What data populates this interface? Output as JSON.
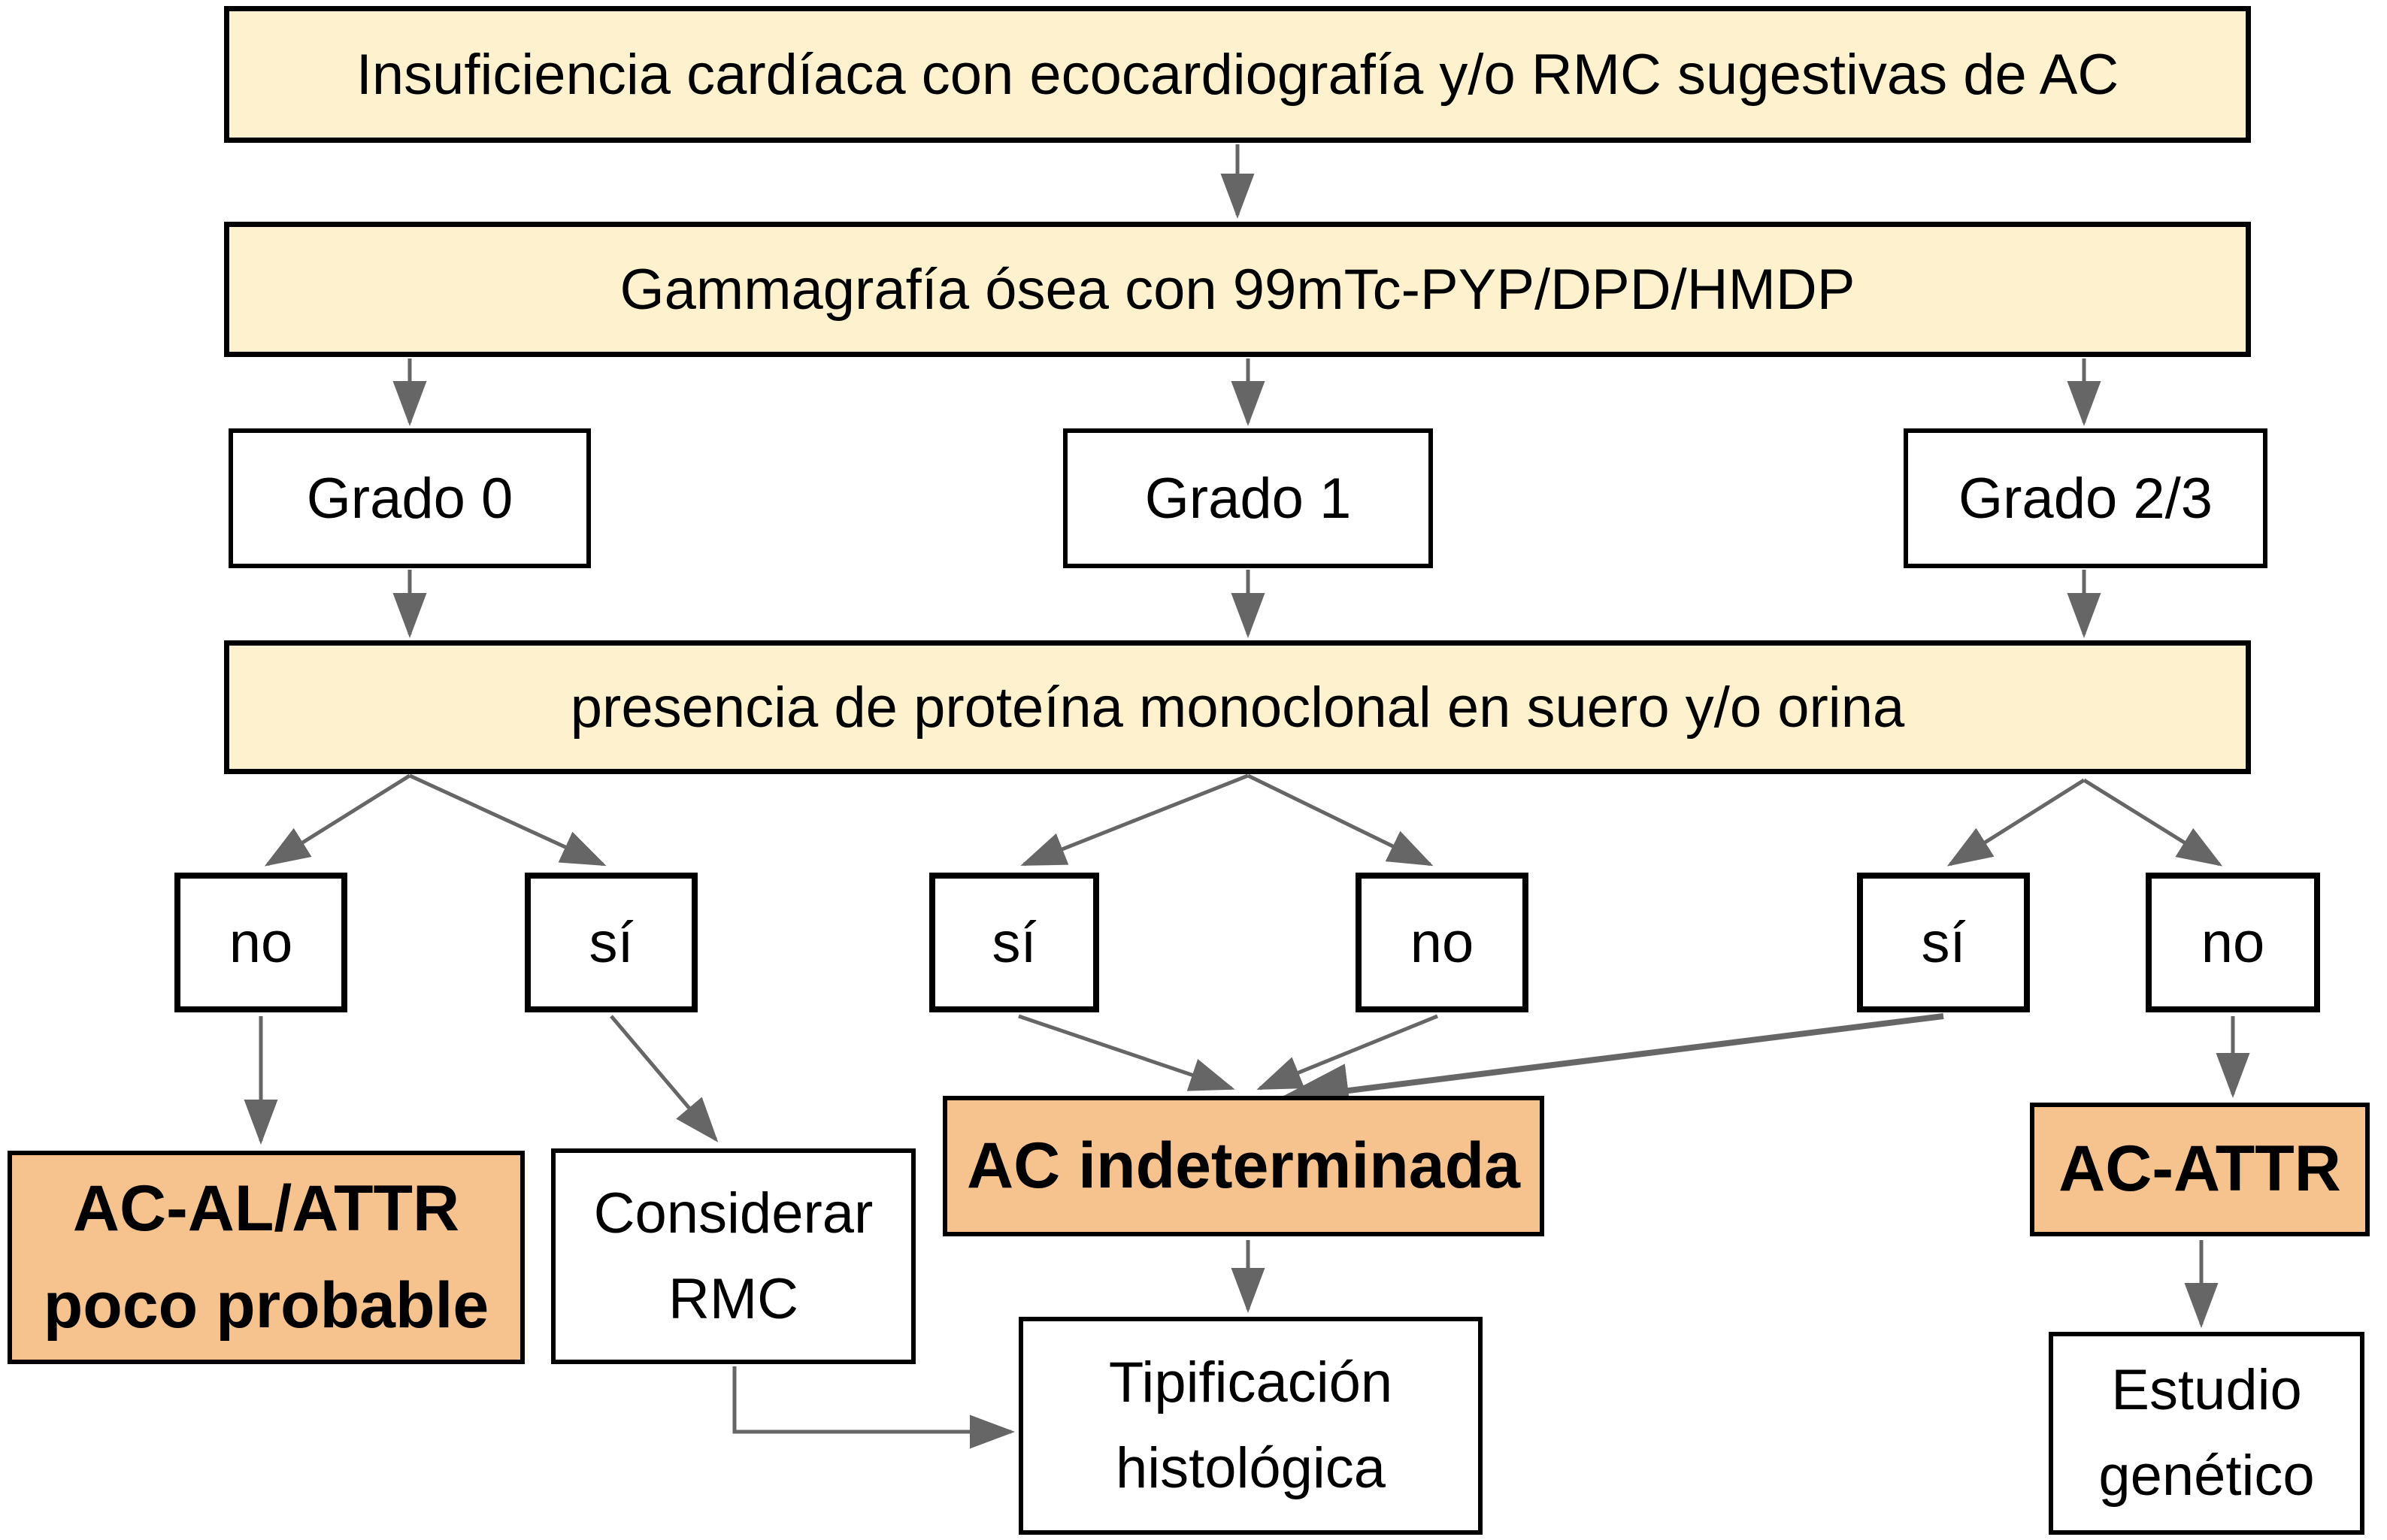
{
  "diagram": {
    "description": "Algoritmo diagnóstico de amiloidosis cardíaca (AC)",
    "colors": {
      "step_fill": "#FDF1CE",
      "outcome_fill": "#F6C28E",
      "box_fill": "#FFFFFF",
      "border": "#000000",
      "arrow": "#666666",
      "background": "#FFFFFF"
    },
    "nodes": {
      "insuficiencia": {
        "label": "Insuficiencia cardíaca con ecocardiografía y/o RMC sugestivas de AC"
      },
      "gammagrafia": {
        "label": "Gammagrafía ósea con 99mTc-PYP/DPD/HMDP"
      },
      "grado0": {
        "label": "Grado 0"
      },
      "grado1": {
        "label": "Grado 1"
      },
      "grado23": {
        "label": "Grado 2/3"
      },
      "presencia": {
        "label": "presencia de proteína monoclonal en suero y/o orina"
      },
      "no1": {
        "label": "no"
      },
      "si2": {
        "label": "sí"
      },
      "si3": {
        "label": "sí"
      },
      "no4": {
        "label": "no"
      },
      "si5": {
        "label": "sí"
      },
      "no6": {
        "label": "no"
      },
      "ac_al_attr": {
        "lines": [
          "AC-AL/ATTR",
          "poco probable"
        ]
      },
      "considerar_rmc": {
        "lines": [
          "Considerar",
          "RMC"
        ]
      },
      "ac_indeterminada": {
        "label": "AC indeterminada"
      },
      "ac_attr": {
        "label": "AC-ATTR"
      },
      "tipificacion": {
        "lines": [
          "Tipificación",
          "histológica"
        ]
      },
      "estudio_genetico": {
        "lines": [
          "Estudio",
          "genético"
        ]
      }
    }
  }
}
